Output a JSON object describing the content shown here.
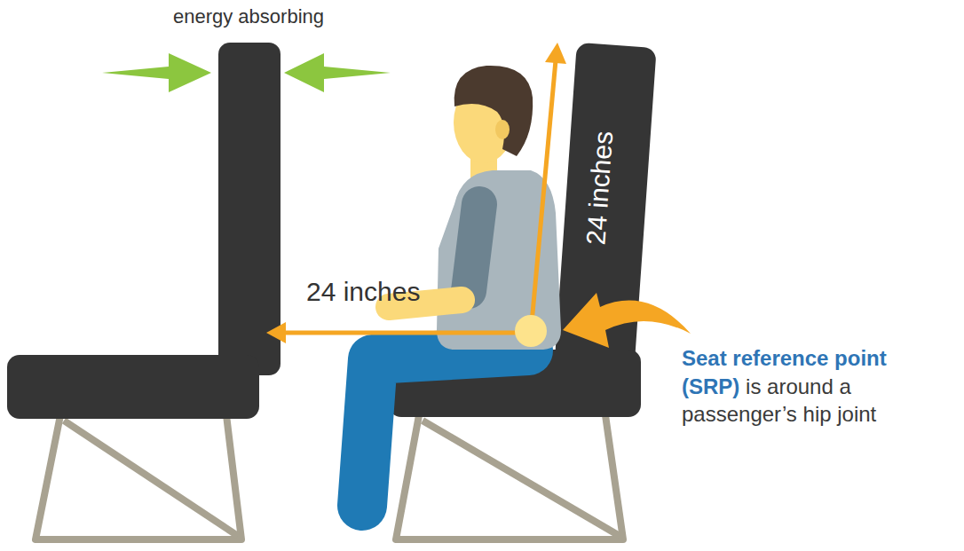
{
  "diagram": {
    "labels": [
      "energy absorbing",
      "24 inches",
      "24 inches",
      "Seat reference point (SRP)",
      "is around a passenger’s hip joint"
    ]
  }
}
